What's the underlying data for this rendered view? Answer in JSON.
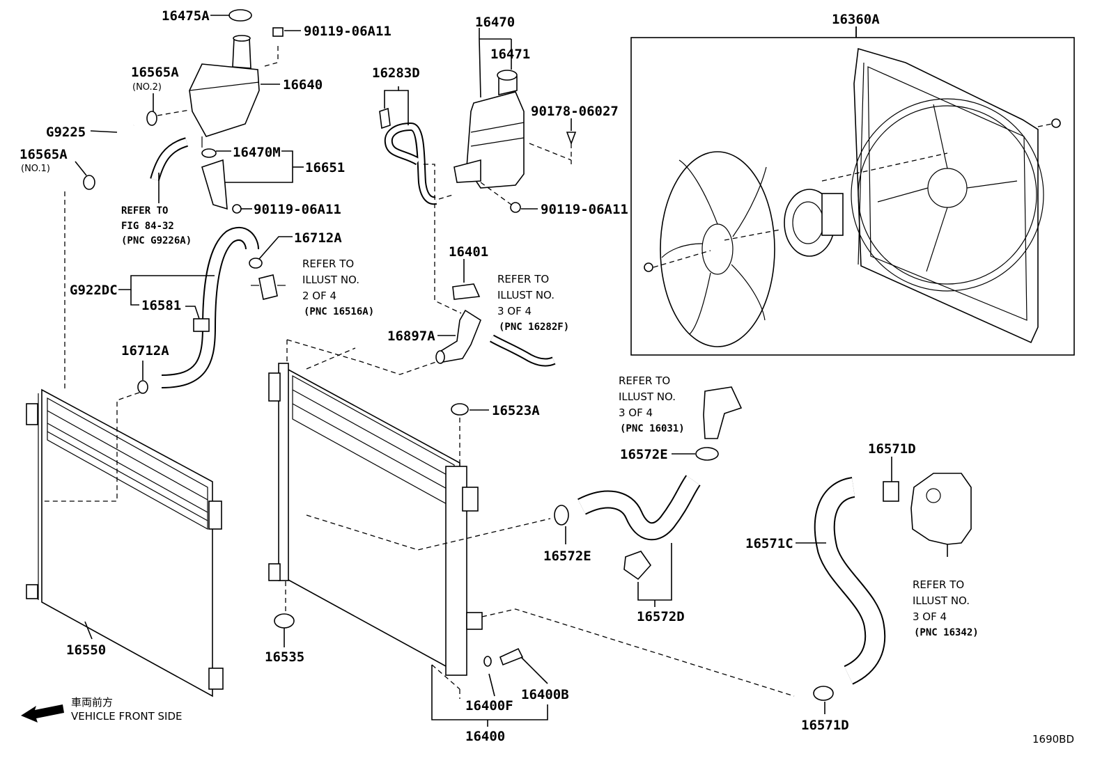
{
  "diagram_code": "1690BD",
  "direction": {
    "cjk": "車両前方",
    "english": "VEHICLE FRONT SIDE"
  },
  "parts": {
    "p16475A": "16475A",
    "p90119_top": "90119-06A11",
    "p16565A_no2": "16565A",
    "no2": "(NO.2)",
    "p16640": "16640",
    "pG9225": "G9225",
    "p16565A_no1": "16565A",
    "no1": "(NO.1)",
    "p16470M": "16470M",
    "p16651": "16651",
    "p90119_mid": "90119-06A11",
    "p16712A_top": "16712A",
    "pG922DC": "G922DC",
    "p16581": "16581",
    "p16712A_low": "16712A",
    "p16550": "16550",
    "p16535": "16535",
    "p16283D": "16283D",
    "p16470": "16470",
    "p16471": "16471",
    "p90178": "90178-06027",
    "p90119_right": "90119-06A11",
    "p16401": "16401",
    "p16897A": "16897A",
    "p16523A": "16523A",
    "p16360A": "16360A",
    "p16572E_top": "16572E",
    "p16572E_low": "16572E",
    "p16572D": "16572D",
    "p16571D_top": "16571D",
    "p16571C": "16571C",
    "p16571D_low": "16571D",
    "p16400F": "16400F",
    "p16400B": "16400B",
    "p16400": "16400"
  },
  "refs": {
    "fig": {
      "l1": "REFER TO",
      "l2": "FIG 84-32",
      "l3": "(PNC G9226A)"
    },
    "r16516": {
      "l1": "REFER TO",
      "l2": "ILLUST NO.",
      "l3": "2 OF 4",
      "l4": "(PNC 16516A)"
    },
    "r16282": {
      "l1": "REFER TO",
      "l2": "ILLUST NO.",
      "l3": "3 OF 4",
      "l4": "(PNC 16282F)"
    },
    "r16031": {
      "l1": "REFER TO",
      "l2": "ILLUST NO.",
      "l3": "3 OF 4",
      "l4": "(PNC 16031)"
    },
    "r16342": {
      "l1": "REFER TO",
      "l2": "ILLUST NO.",
      "l3": "3 OF 4",
      "l4": "(PNC 16342)"
    }
  }
}
